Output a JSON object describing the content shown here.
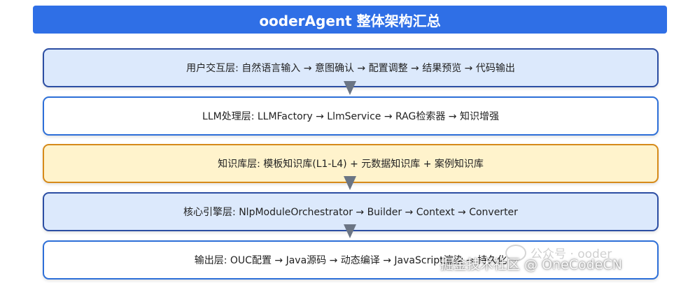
{
  "title": "ooderAgent 整体架构汇总",
  "layers": [
    {
      "text": "用户交互层: 自然语言输入 → 意图确认 → 配置调整 → 结果预览 → 代码输出"
    },
    {
      "text": "LLM处理层: LLMFactory → LlmService → RAG检索器 → 知识增强"
    },
    {
      "text": "知识库层: 模板知识库(L1-L4) + 元数据知识库 + 案例知识库"
    },
    {
      "text": "核心引擎层: NlpModuleOrchestrator → Builder → Context → Converter"
    },
    {
      "text": "输出层: OUC配置 → Java源码 → 动态编译 → JavaScript渲染 → 持久化"
    }
  ],
  "watermarks": {
    "account": "公众号 · ooder",
    "community": "掘金技术社区 @ OneCodeCN"
  },
  "colors": {
    "title_bg": "#2f6fe6",
    "blue_fill": "#dce9fc",
    "blue_border": "#2c4ea3",
    "white_border": "#2d6fd8",
    "yellow_fill": "#fff3cc",
    "yellow_border": "#d68a1a",
    "arrow": "#6b7584"
  }
}
